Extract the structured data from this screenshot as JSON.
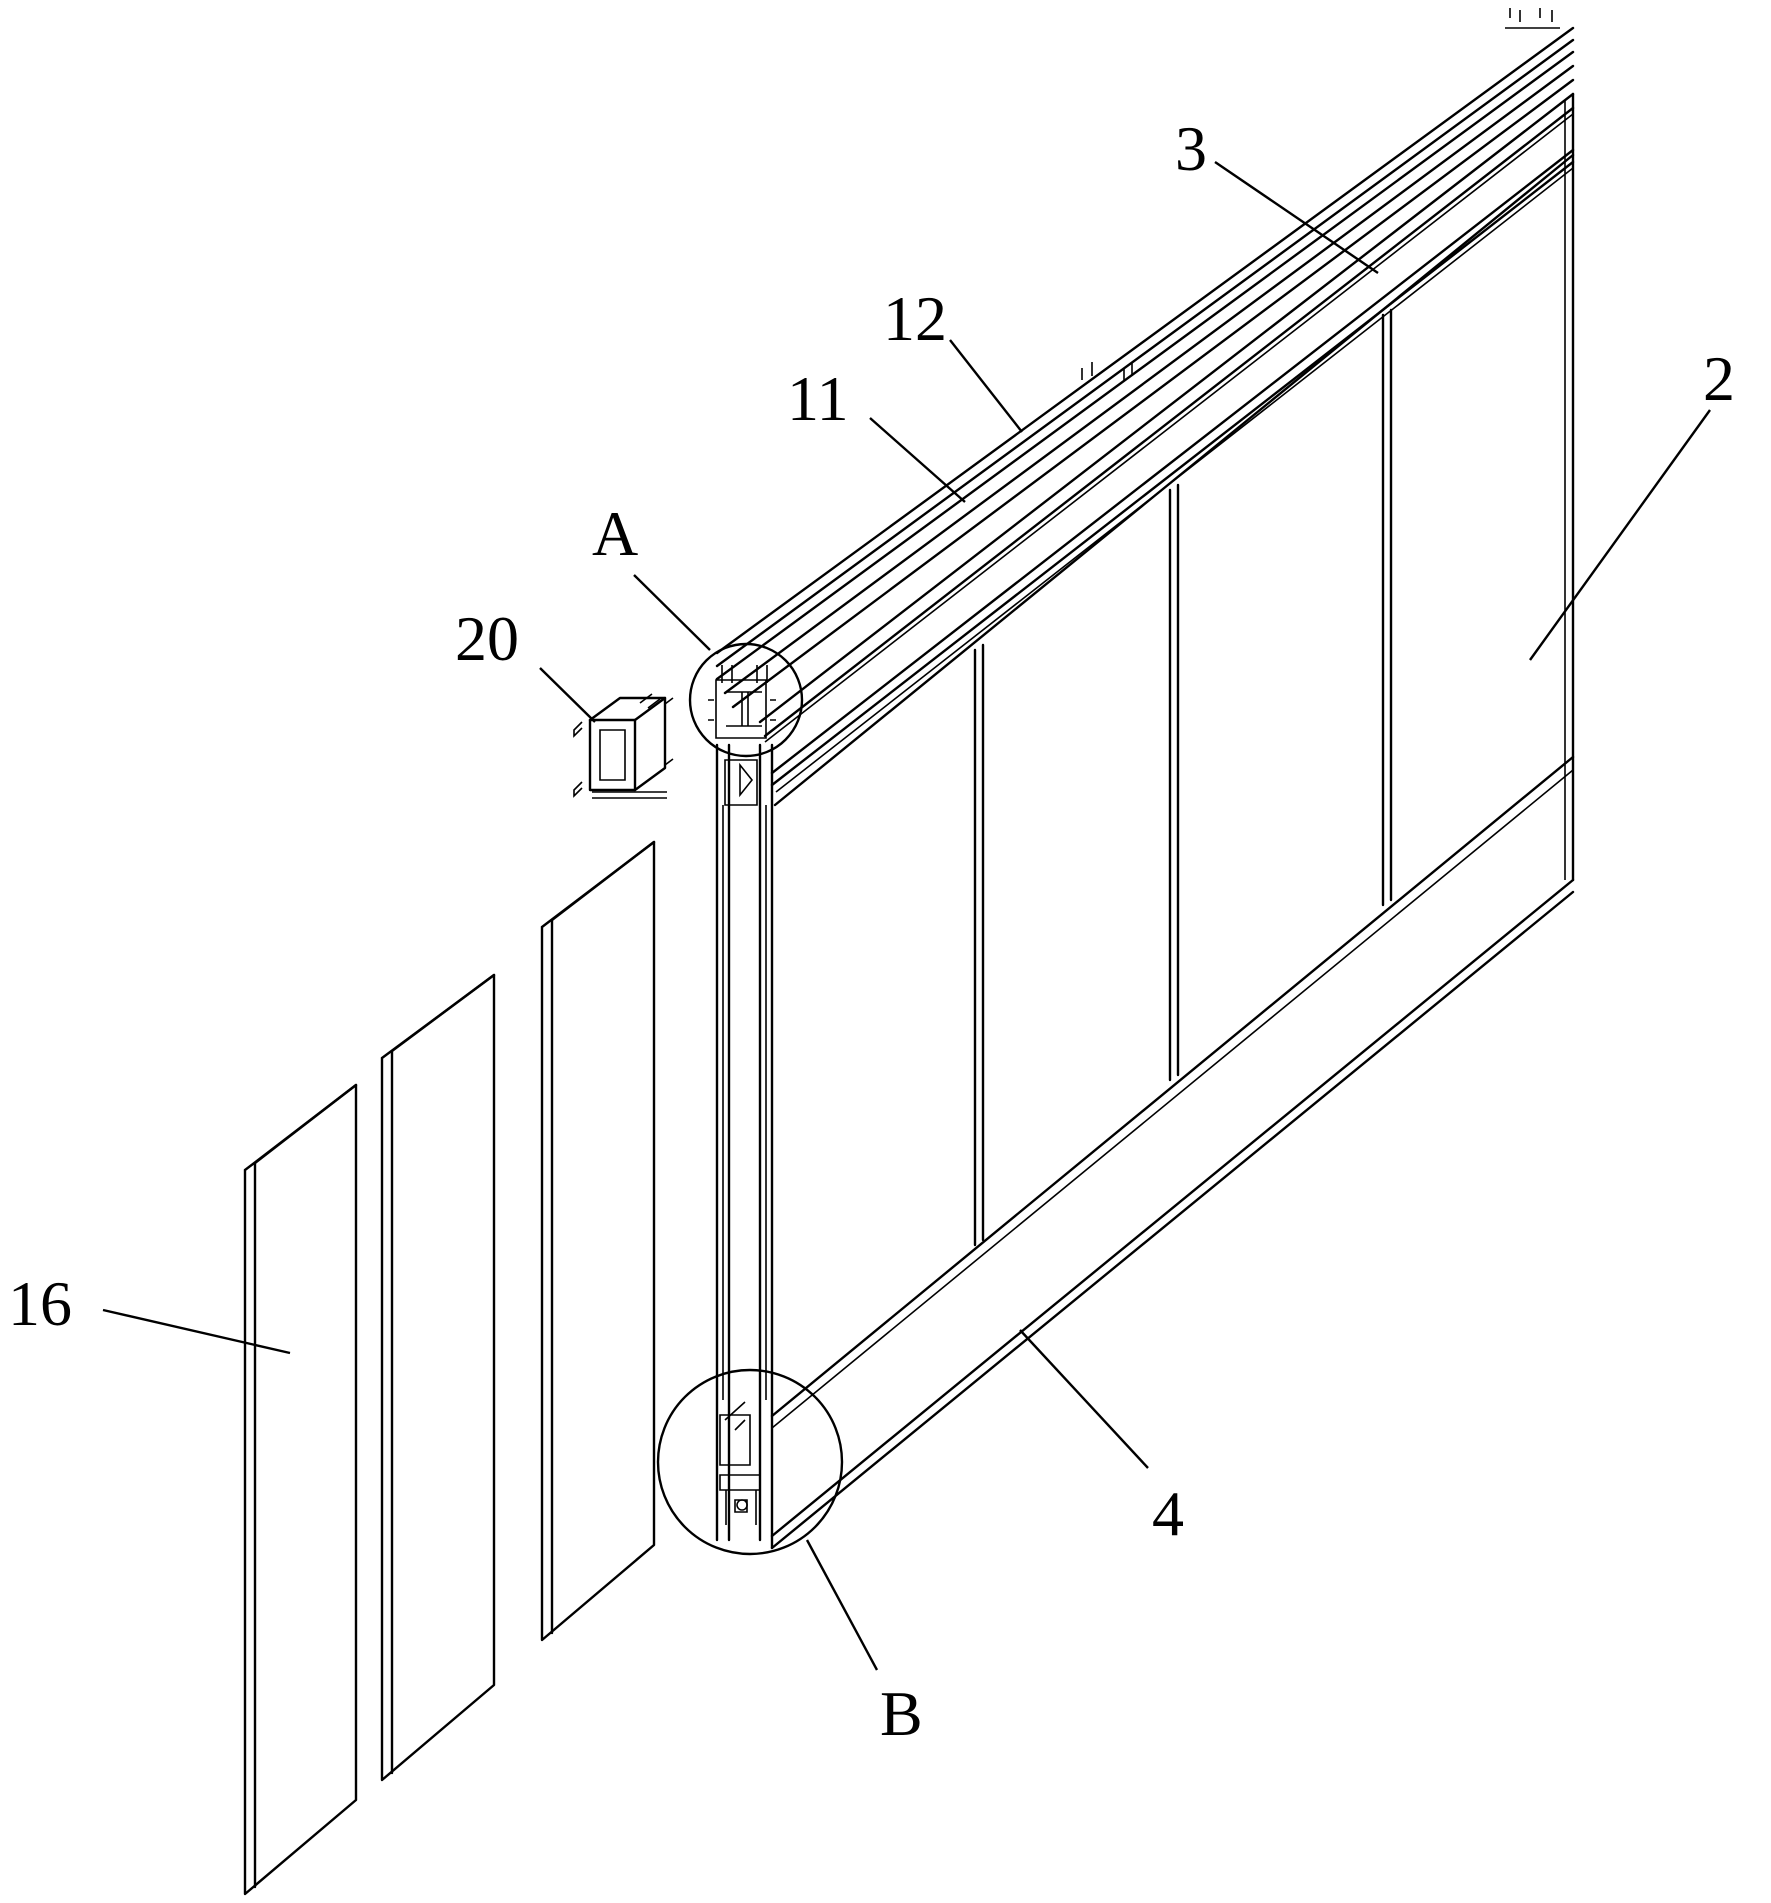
{
  "figure": {
    "labels": {
      "part_3": "3",
      "part_12": "12",
      "part_11": "11",
      "part_2": "2",
      "detail_A": "A",
      "part_20": "20",
      "part_16": "16",
      "part_4": "4",
      "detail_B": "B"
    }
  }
}
